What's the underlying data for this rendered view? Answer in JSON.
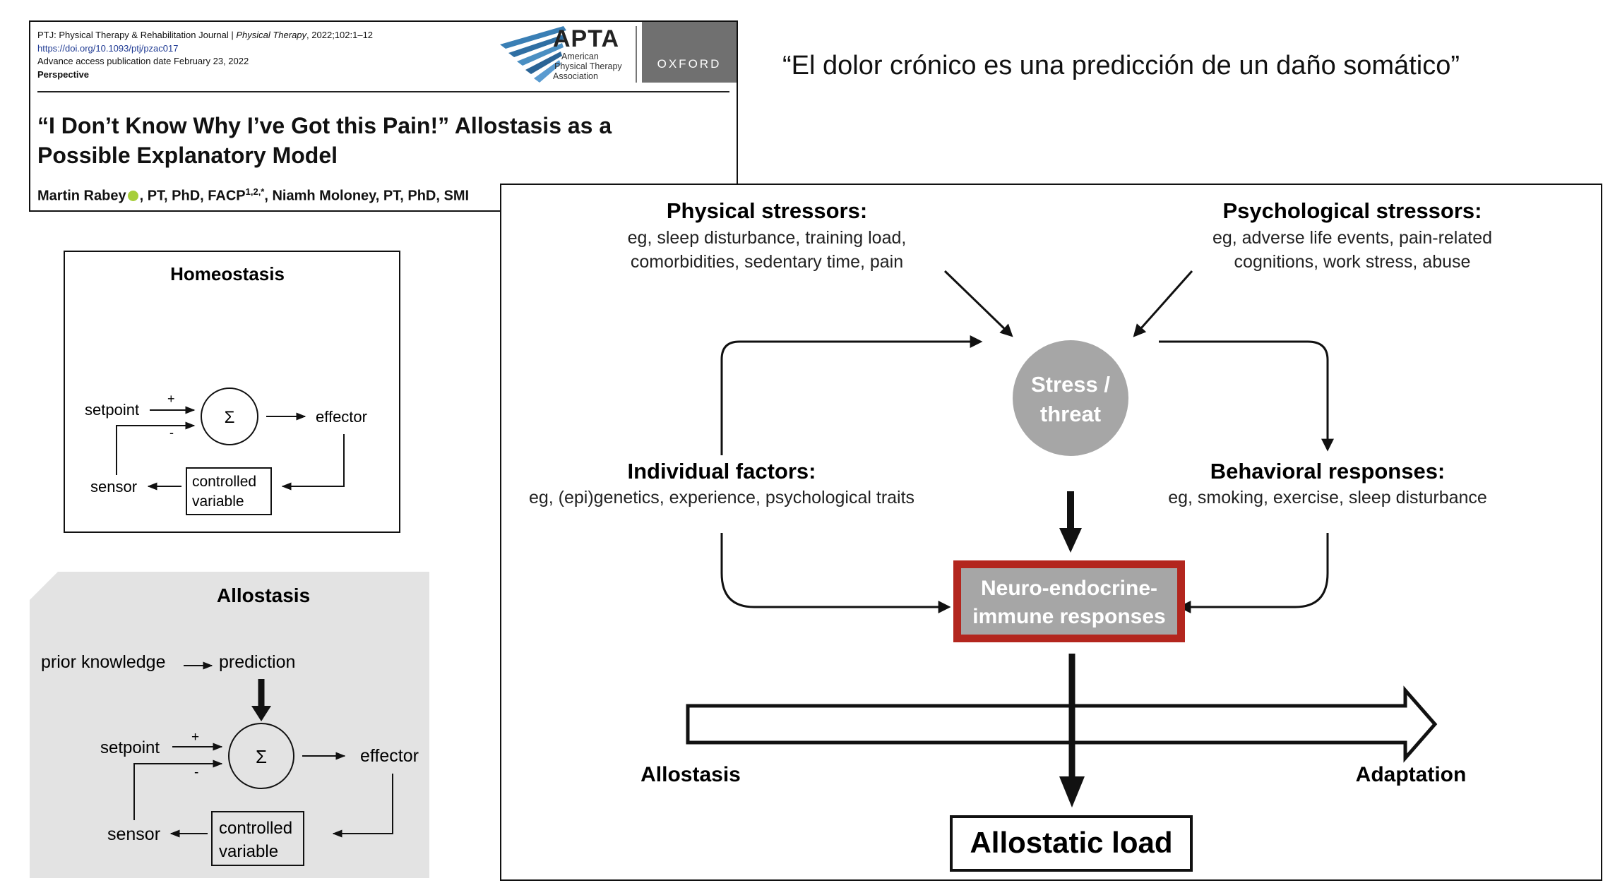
{
  "paper": {
    "meta_line1_a": "PTJ: Physical Therapy & Rehabilitation Journal | ",
    "meta_line1_b": "Physical Therapy",
    "meta_line1_c": ", 2022;102:1–12",
    "doi": "https://doi.org/10.1093/ptj/pzac017",
    "advance": "Advance access publication date February 23, 2022",
    "perspective": "Perspective",
    "title_line1": "“I Don’t Know Why I’ve Got this Pain!” Allostasis as a",
    "title_line2": "Possible Explanatory Model",
    "author1": "Martin Rabey",
    "author1_rest": ", PT, PhD, FACP",
    "author1_sup": "1,2,*",
    "author2": ", Niamh Moloney, PT, PhD, SMI",
    "apta_big": "APTA",
    "apta_line1": "American",
    "apta_line2": "Physical Therapy",
    "apta_line3": "Association",
    "oxford": "OXFORD"
  },
  "quote": "“El dolor crónico es una predicción de un daño somático”",
  "homeostasis": {
    "title": "Homeostasis",
    "setpoint": "setpoint",
    "plus": "+",
    "minus": "-",
    "sigma": "Σ",
    "effector": "effector",
    "sensor": "sensor",
    "controlled_1": "controlled",
    "controlled_2": "variable"
  },
  "allostasis": {
    "title": "Allostasis",
    "prior": "prior knowledge",
    "prediction": "prediction",
    "setpoint": "setpoint",
    "plus": "+",
    "minus": "-",
    "sigma": "Σ",
    "effector": "effector",
    "sensor": "sensor",
    "controlled_1": "controlled",
    "controlled_2": "variable"
  },
  "model": {
    "physical_title": "Physical stressors:",
    "physical_l1": "eg, sleep disturbance, training load,",
    "physical_l2": "comorbidities, sedentary time, pain",
    "psych_title": "Psychological stressors:",
    "psych_l1": "eg, adverse life events, pain-related",
    "psych_l2": "cognitions, work stress, abuse",
    "stress_l1": "Stress /",
    "stress_l2": "threat",
    "individual_title": "Individual factors:",
    "individual_l1": "eg, (epi)genetics, experience, psychological traits",
    "behavioral_title": "Behavioral responses:",
    "behavioral_l1": "eg, smoking, exercise, sleep disturbance",
    "neuro_l1": "Neuro-endocrine-",
    "neuro_l2": "immune responses",
    "allostasis": "Allostasis",
    "adaptation": "Adaptation",
    "load": "Allostatic load",
    "colors": {
      "circle": "#a6a6a6",
      "neuro_fill": "#a6a6a6",
      "neuro_border": "#b3261e"
    }
  }
}
